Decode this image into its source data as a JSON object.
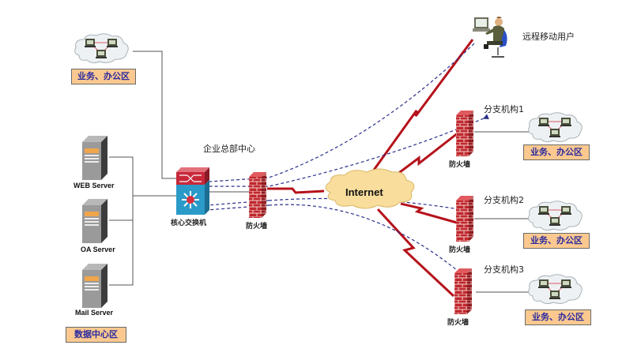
{
  "diagram": {
    "title": "企业总部中心",
    "colors": {
      "wan_link": "#b5121b",
      "vpn_tunnel": "#2b2f8a",
      "lan_link": "#555555",
      "zone_fill": "#fbc98f",
      "zone_text": "#2a2aa0",
      "cloud_fill": "#f9dd9c",
      "firewall": "#c0282d"
    },
    "internet": {
      "label": "Internet",
      "icon": "cloud-icon"
    },
    "hq": {
      "office_zone": {
        "label": "业务、办公区",
        "icon": "lan-cloud-icon"
      },
      "datacenter_zone": {
        "label": "数据中心区"
      },
      "servers": [
        {
          "label": "WEB Server",
          "icon": "server-icon"
        },
        {
          "label": "OA Server",
          "icon": "server-icon"
        },
        {
          "label": "Mail Server",
          "icon": "server-icon"
        }
      ],
      "core_switch": {
        "label": "核心交换机",
        "icon": "core-switch-icon"
      },
      "firewall": {
        "label": "防火墙",
        "icon": "firewall-icon"
      }
    },
    "remote_user": {
      "label": "远程移动用户",
      "icon": "remote-user-icon"
    },
    "branches": [
      {
        "label": "分支机构1",
        "firewall": "防火墙",
        "zone": "业务、办公区"
      },
      {
        "label": "分支机构2",
        "firewall": "防火墙",
        "zone": "业务、办公区"
      },
      {
        "label": "分支机构3",
        "firewall": "防火墙",
        "zone": "业务、办公区"
      }
    ]
  }
}
